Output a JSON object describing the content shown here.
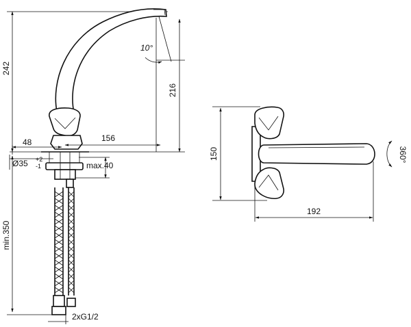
{
  "dimensions": {
    "total_height": "242",
    "spout_height": "216",
    "spout_angle": "10°",
    "handle_offset": "48",
    "spout_reach": "156",
    "hole_diameter": "Ø35",
    "hole_tol_upper": "+2",
    "hole_tol_lower": "-1",
    "deck_thickness": "max.40",
    "hose_length": "min.350",
    "connection": "2xG1/2",
    "top_depth": "150",
    "top_length": "192",
    "rotation": "360°"
  }
}
